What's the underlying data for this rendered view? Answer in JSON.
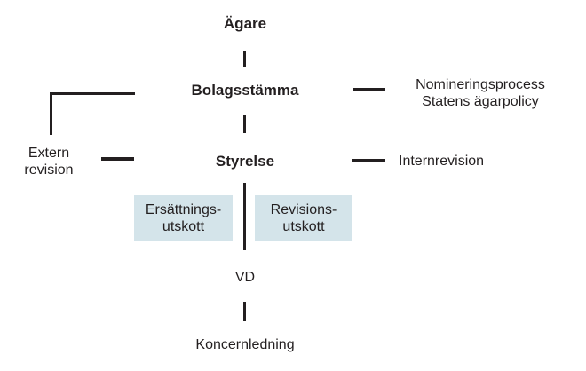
{
  "diagram": {
    "description": "Corporate governance structure chart (Swedish)",
    "colors": {
      "box_fill": "#d4e4ea",
      "ink": "#231f20",
      "background": "#ffffff"
    },
    "nodes": {
      "owner": {
        "label": "Ägare"
      },
      "general_meeting": {
        "label": "Bolagsstämma"
      },
      "board": {
        "label": "Styrelse"
      },
      "ceo": {
        "label": "VD"
      },
      "group_management": {
        "label": "Koncernledning"
      }
    },
    "side_labels": {
      "nomination": {
        "line1": "Nomineringsprocess",
        "line2": "Statens ägarpolicy"
      },
      "external_audit": {
        "line1": "Extern",
        "line2": "revision"
      },
      "internal_audit": {
        "label": "Internrevision"
      }
    },
    "committees": {
      "remuneration": {
        "line1": "Ersättnings-",
        "line2": "utskott"
      },
      "audit": {
        "line1": "Revisions-",
        "line2": "utskott"
      }
    }
  }
}
